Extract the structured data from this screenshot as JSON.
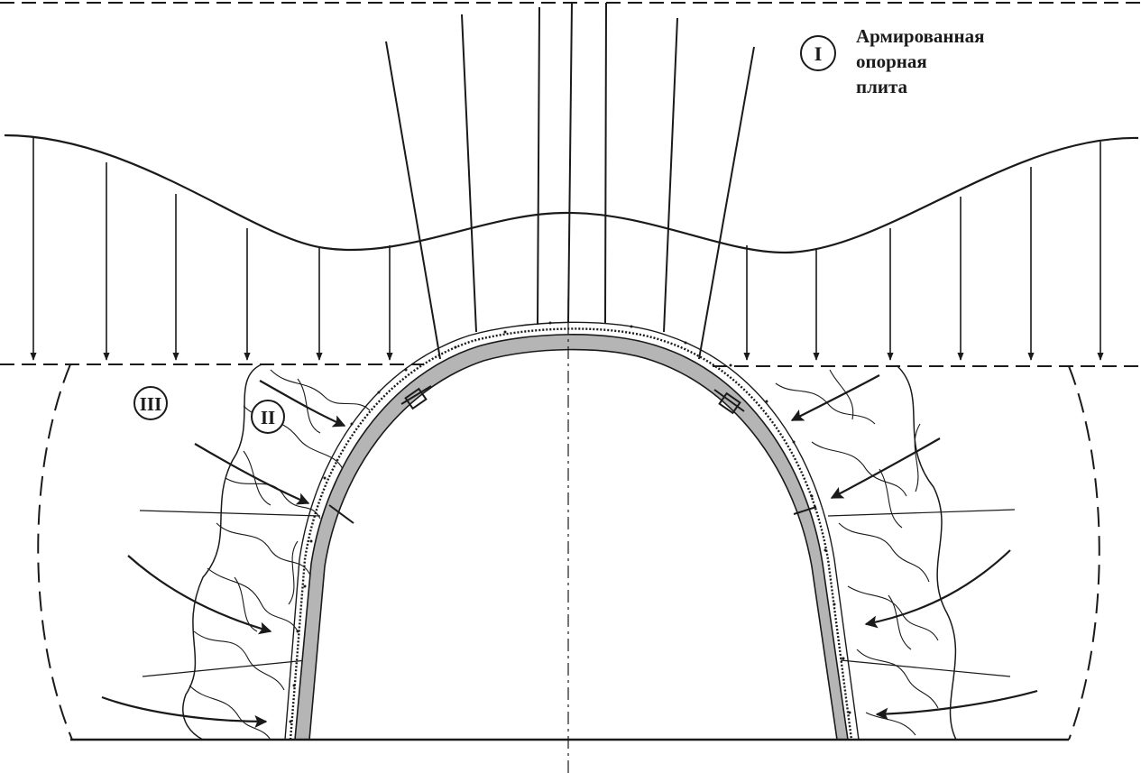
{
  "legend": {
    "roman_one": "I",
    "lines": [
      "Армированная",
      "опорная",
      "плита"
    ]
  },
  "zones": {
    "two": "II",
    "three": "III"
  },
  "colors": {
    "line": "#1a1a1a",
    "lining": "#b5b5b5"
  }
}
